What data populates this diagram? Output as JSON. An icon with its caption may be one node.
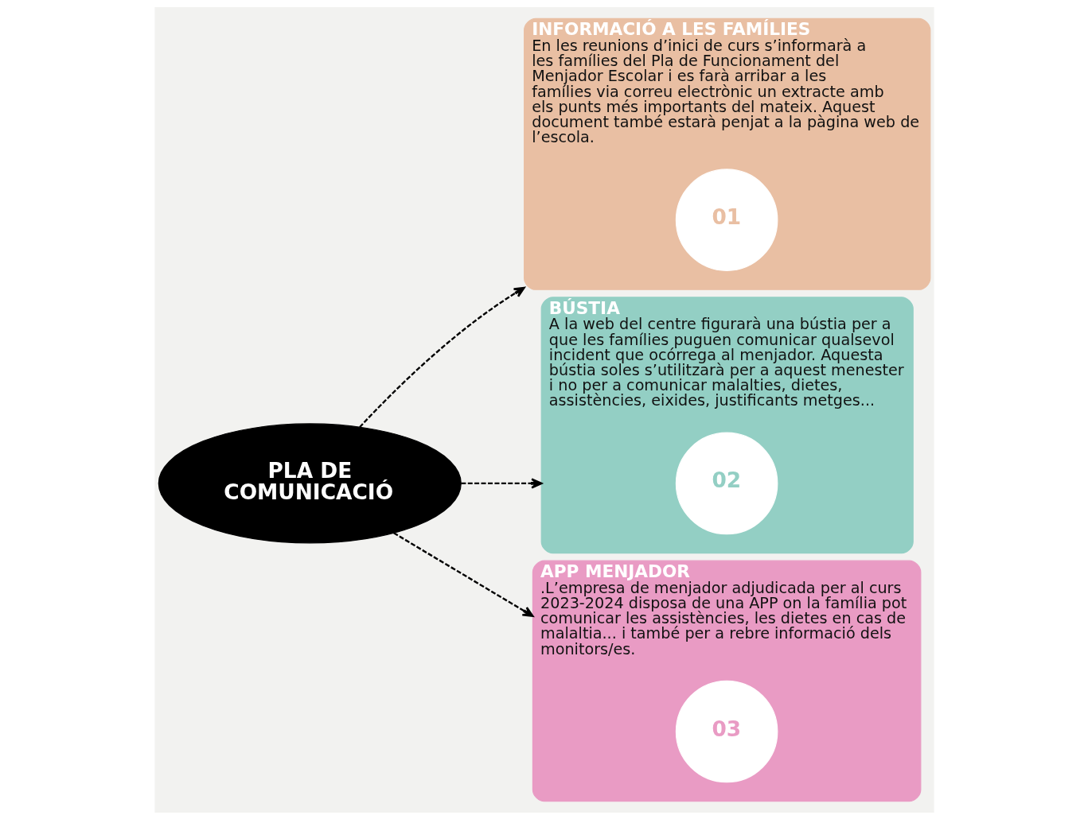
{
  "diagram": {
    "nodes": [
      {
        "text": [
          "PLA DE COMUNICACIÓ"
        ]
      },
      {
        "text": [
          "INFORMACIÓ A LES FAMÍLIES",
          "En les reunions d’inici de curs s’informarà a les famílies del Pla de Funcionament del Menjador Escolar i es farà arribar a les famílies via correu electrònic un extracte amb els punts més importants del mateix. Aquest document també estarà penjat a la pàgina web de l’escola."
        ]
      },
      {
        "text": [
          "01"
        ],
        "in": 1
      },
      {
        "text": [
          "BÚSTIA",
          "A la web del centre figurarà una bústia per a que les famílies puguen comunicar qualsevol incident que ocórrega al menjador. Aquesta bústia soles s’utilitzarà per a aquest menester i no per a comunicar malalties, dietes, assistències, eixides, justificants metges..."
        ]
      },
      {
        "text": [
          "02"
        ],
        "in": 3
      },
      {
        "text": [
          "APP MENJADOR",
          ".L’empresa de menjador adjudicada per al curs 2023-2024 disposa de una APP on la família pot comunicar les assistències, les dietes en cas de malaltia... i també per a rebre informació dels monitors/es."
        ]
      },
      {
        "text": [
          "03"
        ],
        "in": 5
      }
    ],
    "edges": [
      {
        "from": 0,
        "to": 1,
        "arrow": "to",
        "style": "dashed"
      },
      {
        "from": 0,
        "to": 3,
        "arrow": "to",
        "style": "dashed"
      },
      {
        "from": 0,
        "to": 5,
        "arrow": "to",
        "style": "dashed"
      }
    ]
  }
}
